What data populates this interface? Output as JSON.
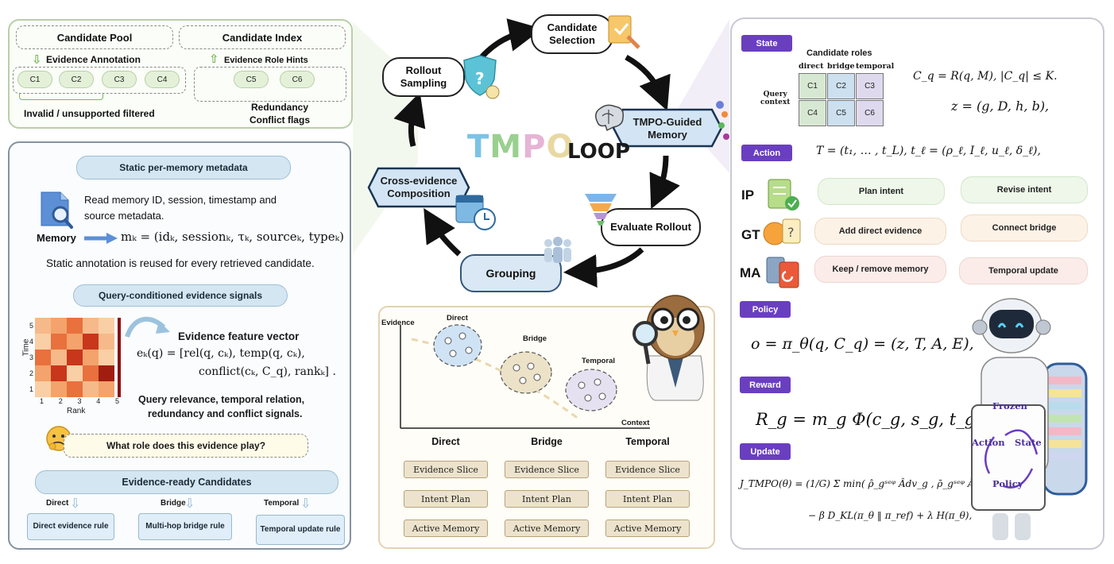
{
  "top_left": {
    "candidate_pool": "Candidate Pool",
    "candidate_index": "Candidate Index",
    "evidence_annotation": "Evidence Annotation",
    "evidence_role_hints": "Evidence Role Hints",
    "chips_left": [
      "C1",
      "C2",
      "C3",
      "C4"
    ],
    "chips_right": [
      "C5",
      "C6"
    ],
    "invalid_note": "Invalid / unsupported filtered",
    "redundancy_note": "Redundancy",
    "conflict_note": "Conflict flags"
  },
  "left": {
    "static_meta_title": "Static per-memory metadata",
    "read_text_1": "Read memory ID, session, timestamp and",
    "read_text_2": "source metadata.",
    "memory_label": "Memory",
    "memory_formula": "mₖ = (idₖ, sessionₖ, τₖ, sourceₖ, typeₖ)",
    "static_note": "Static annotation is reused for every retrieved candidate.",
    "query_title": "Query-conditioned evidence signals",
    "heatmap_ylabel": "Time",
    "heatmap_xlabel": "Rank",
    "heatmap_ticks": [
      "1",
      "2",
      "3",
      "4",
      "5"
    ],
    "feature_title": "Evidence feature vector",
    "feature_formula_1": "eₖ(q) = [rel(q, cₖ),  temp(q, cₖ),",
    "feature_formula_2": "conflict(cₖ, C_q),  rankₖ] .",
    "signal_text_1": "Query relevance, temporal relation,",
    "signal_text_2": "redundancy and conflict signals.",
    "question": "What role does this evidence play?",
    "ready_title": "Evidence-ready Candidates",
    "roles": [
      {
        "label": "Direct",
        "rule": "Direct evidence rule"
      },
      {
        "label": "Bridge",
        "rule": "Multi-hop bridge rule"
      },
      {
        "label": "Temporal",
        "rule": "Temporal update rule"
      }
    ]
  },
  "loop": {
    "candidate_selection": "Candidate Selection",
    "rollout_sampling": "Rollout Sampling",
    "tmpo_memory": "TMPO-Guided Memory",
    "cross_evidence": "Cross-evidence Composition",
    "evaluate_rollout": "Evaluate Rollout",
    "grouping": "Grouping",
    "center_word_1": "TMPO",
    "center_word_2": "LOOP",
    "colors": {
      "t": "#7cc3e6",
      "m": "#9ad08f",
      "p": "#e6b4d4",
      "o": "#e8d9a2"
    }
  },
  "bottom_mid": {
    "axis_y": "Evidence",
    "axis_x": "Context",
    "cluster_direct": "Direct",
    "cluster_bridge": "Bridge",
    "cluster_temporal": "Temporal",
    "columns": [
      {
        "title": "Direct",
        "rows": [
          "Evidence Slice",
          "Intent Plan",
          "Active Memory"
        ]
      },
      {
        "title": "Bridge",
        "rows": [
          "Evidence Slice",
          "Intent Plan",
          "Active Memory"
        ]
      },
      {
        "title": "Temporal",
        "rows": [
          "Evidence Slice",
          "Intent Plan",
          "Active Memory"
        ]
      }
    ]
  },
  "right": {
    "state_tag": "State",
    "candidate_roles": "Candidate roles",
    "role_cols": [
      "direct",
      "bridge",
      "temporal"
    ],
    "query_context_1": "Query",
    "query_context_2": "context",
    "cells": [
      "C1",
      "C2",
      "C3",
      "C4",
      "C5",
      "C6"
    ],
    "state_formula_1": "C_q = R(q, M),      |C_q| ≤ K.",
    "state_formula_2": "z = (g, D, h, b),",
    "action_tag": "Action",
    "action_formula": "T = (t₁, … , t_L),    t_ℓ = (ρ_ℓ, I_ℓ, u_ℓ, δ_ℓ),",
    "action_rows": [
      {
        "label": "IP",
        "left": "Plan intent",
        "right": "Revise intent"
      },
      {
        "label": "GT",
        "left": "Add direct evidence",
        "right": "Connect bridge"
      },
      {
        "label": "MA",
        "left": "Keep / remove memory",
        "right": "Temporal update"
      }
    ],
    "policy_tag": "Policy",
    "policy_formula": "o = π_θ(q, C_q) = (z, T, A, E),",
    "reward_tag": "Reward",
    "reward_formula": "R_g = m_g Φ(c_g, s_g, t_g, e_g)",
    "update_tag": "Update",
    "update_formula_1": "J_TMPO(θ) = (1/G) Σ min( ρ̂_gˢᵉᵠ Âdv_g , ρ̄_gˢᵉᵠ Âdv_g )",
    "update_formula_2": "− β D_KL(π_θ ‖ π_ref) + λ H(π_θ),",
    "robot_cycle": [
      "Frozen",
      "State",
      "Policy",
      "Action"
    ]
  }
}
